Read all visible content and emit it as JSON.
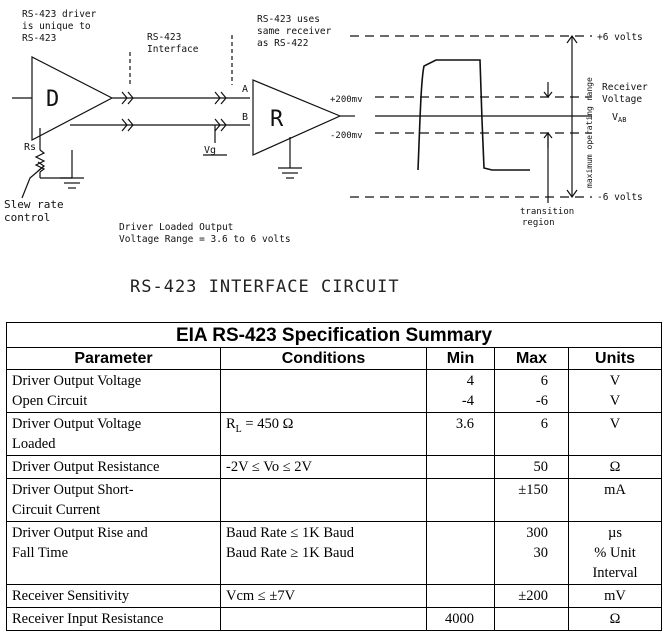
{
  "diagram": {
    "driver_note": [
      "RS-423 driver",
      "is unique to",
      "RS-423"
    ],
    "interface_label": [
      "RS-423",
      "Interface"
    ],
    "receiver_note": [
      "RS-423 uses",
      "same receiver",
      "as RS-422"
    ],
    "driver_symbol": "D",
    "receiver_symbol": "R",
    "pin_a": "A",
    "pin_b": "B",
    "rs_label": "Rs",
    "vg_label": "Vg",
    "slew_label": [
      "Slew rate",
      "control"
    ],
    "loaded_output": [
      "Driver Loaded Output",
      "Voltage Range = 3.6 to 6 volts"
    ],
    "plus_200": "+200mv",
    "minus_200": "-200mv",
    "plus_6": "+6 volts",
    "minus_6": "-6 volts",
    "receiver_voltage": [
      "Receiver",
      "Voltage"
    ],
    "vab": "V",
    "vab_sub": "AB",
    "max_range": "maximum operating range",
    "transition": [
      "transition",
      "region"
    ],
    "caption": "RS-423 INTERFACE CIRCUIT"
  },
  "table": {
    "title": "EIA RS-423 Specification Summary",
    "headers": [
      "Parameter",
      "Conditions",
      "Min",
      "Max",
      "Units"
    ],
    "rows": [
      {
        "parameter": [
          "Driver Output Voltage",
          "Open Circuit"
        ],
        "conditions": [],
        "min": [
          "4",
          "-4"
        ],
        "max": [
          "6",
          "-6"
        ],
        "units": [
          "V",
          "V"
        ]
      },
      {
        "parameter": [
          "Driver Output Voltage",
          "Loaded"
        ],
        "conditions": [
          "RL = 450 Ω"
        ],
        "min": [
          "3.6"
        ],
        "max": [
          "6"
        ],
        "units": [
          "V"
        ]
      },
      {
        "parameter": [
          "Driver Output Resistance"
        ],
        "conditions": [
          "-2V ≤ Vo ≤ 2V"
        ],
        "min": [],
        "max": [
          "50"
        ],
        "units": [
          "Ω"
        ]
      },
      {
        "parameter": [
          "Driver Output Short-",
          "Circuit Current"
        ],
        "conditions": [],
        "min": [],
        "max": [
          "±150"
        ],
        "units": [
          "mA"
        ]
      },
      {
        "parameter": [
          "Driver Output Rise and",
          "Fall Time"
        ],
        "conditions": [
          "Baud Rate ≤ 1K Baud",
          "Baud Rate ≥ 1K Baud"
        ],
        "min": [],
        "max": [
          "300",
          "30"
        ],
        "units": [
          "µs",
          "% Unit",
          "Interval"
        ]
      },
      {
        "parameter": [
          "Receiver Sensitivity"
        ],
        "conditions": [
          "Vcm ≤ ±7V"
        ],
        "min": [],
        "max": [
          "±200"
        ],
        "units": [
          "mV"
        ]
      },
      {
        "parameter": [
          "Receiver Input Resistance"
        ],
        "conditions": [],
        "min": [
          "4000"
        ],
        "max": [],
        "units": [
          "Ω"
        ]
      }
    ]
  }
}
